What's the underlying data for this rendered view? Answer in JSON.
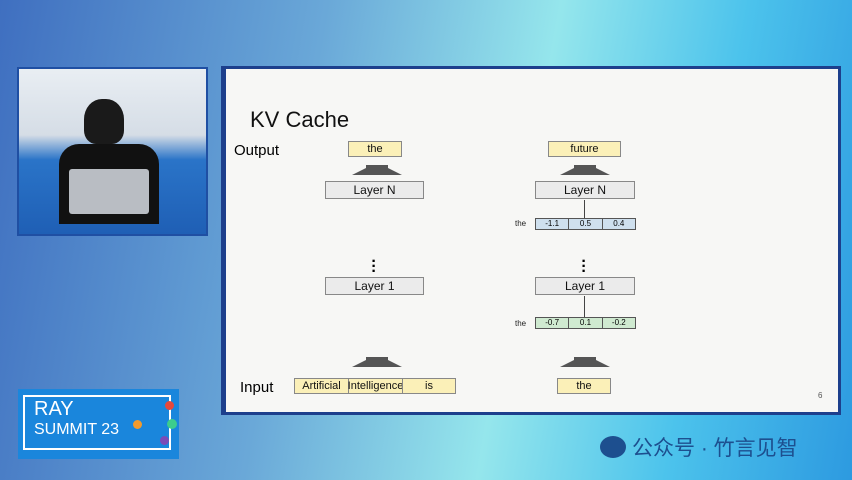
{
  "slide": {
    "title": "KV Cache",
    "output_label": "Output",
    "input_label": "Input",
    "page_number": "6",
    "left": {
      "output": "the",
      "layer_n": "Layer N",
      "layer_1": "Layer 1",
      "inputs": [
        "Artificial",
        "Intelligence",
        "is"
      ]
    },
    "right": {
      "output": "future",
      "layer_n": "Layer N",
      "layer_1": "Layer 1",
      "input": "the",
      "cache_top": {
        "label": "the",
        "values": [
          "-1.1",
          "0.5",
          "0.4"
        ]
      },
      "cache_bottom": {
        "label": "the",
        "values": [
          "-0.7",
          "0.1",
          "-0.2"
        ]
      }
    }
  },
  "logo": {
    "line1": "RAY",
    "line2": "SUMMIT 23"
  },
  "watermark": "公众号 · 竹言见智"
}
